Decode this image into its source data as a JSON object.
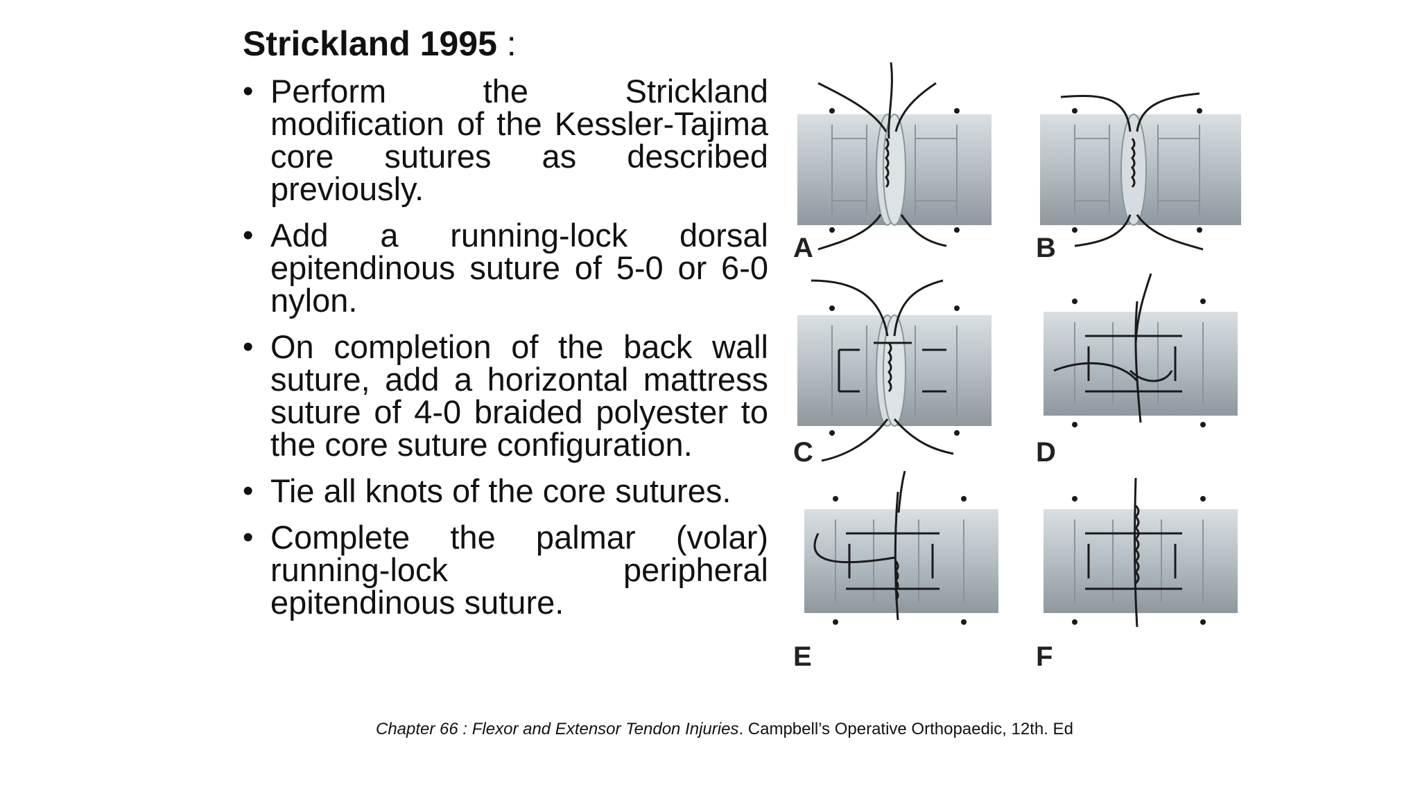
{
  "slide": {
    "title_bold": "Strickland 1995",
    "title_rest": " :",
    "bullet_glyph": "•",
    "bullets": [
      "Perform the Strickland modification of the Kessler-​Tajima core sutures as described previously.",
      "Add a running-lock dorsal epitendinous suture of 5-0 or 6-0 nylon.",
      "On completion of the back wall suture, add a horizontal mattress suture of 4-0 braided polyester to the core suture configuration.",
      "Tie all knots of the core sutures.",
      "Complete the palmar (volar) running-lock peripheral epitendinous suture."
    ],
    "figure_labels": [
      "A",
      "B",
      "C",
      "D",
      "E",
      "F"
    ],
    "citation": {
      "chapter_italic": "Chapter 66 :  Flexor and Extensor Tendon Injuries",
      "separator": ".  ",
      "source": "Campbell’s Operative Orthopaedic, 12th. Ed"
    }
  },
  "colors": {
    "tendon_light": "#e4e8ea",
    "tendon_mid": "#b9c2c7",
    "tendon_dark": "#8f999f",
    "suture": "#1a1a1a"
  }
}
